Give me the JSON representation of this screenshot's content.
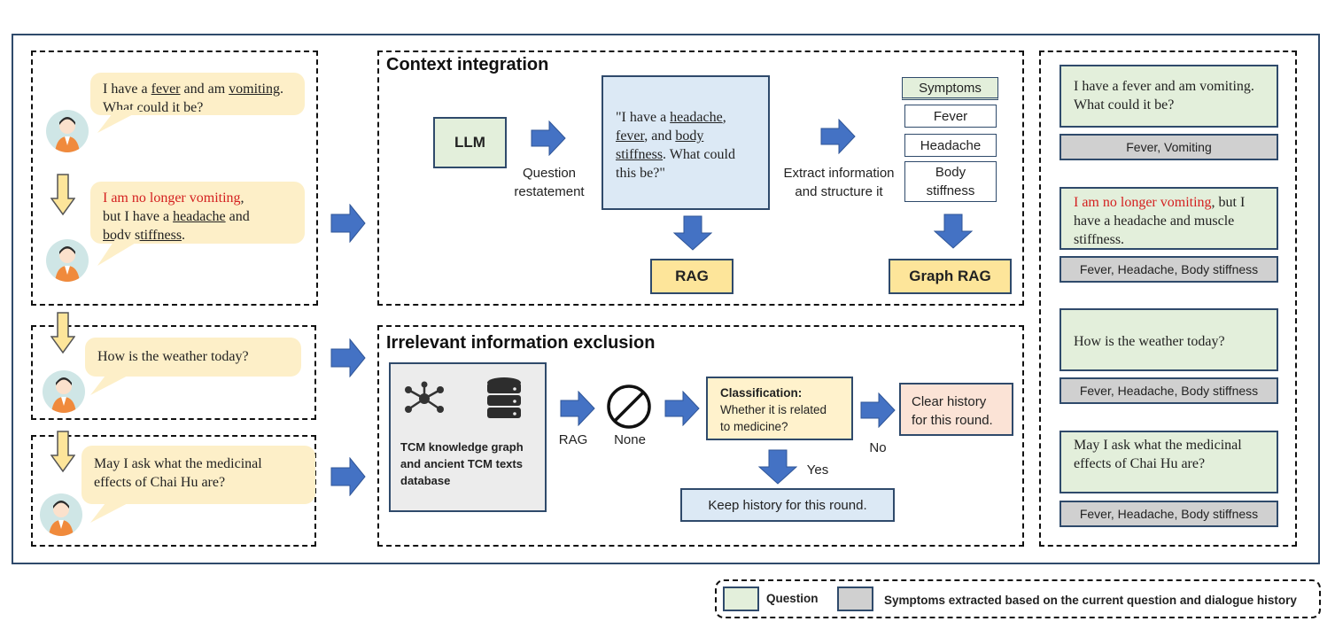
{
  "left_dialogue": {
    "q1_parts": [
      "I have a ",
      "fever",
      " and am ",
      "vomiting",
      ". What could it be?"
    ],
    "q2_red": "I am no longer vomiting",
    "q2_parts": [
      ",",
      "but I have a ",
      "headache",
      " and ",
      "body stiffness",
      "."
    ],
    "q3": "How is the weather today",
    "q3_mark": "?",
    "q4": "May I ask what the medicinal effects of Chai Hu are?"
  },
  "context": {
    "title": "Context integration",
    "llm": "LLM",
    "restatement_label": [
      "Question",
      "restatement"
    ],
    "restated_parts": [
      "\"I have a ",
      "headache",
      ",",
      "fever",
      ", and ",
      "body",
      "stiffness",
      ". What could",
      "this be?\""
    ],
    "extract_label": [
      "Extract information",
      "and structure it"
    ],
    "symptoms_header": "Symptoms",
    "symptoms": [
      "Fever",
      "Headache",
      "Body stiffness"
    ],
    "rag": "RAG",
    "graph_rag": "Graph RAG"
  },
  "exclusion": {
    "title": "Irrelevant information exclusion",
    "db_label": "TCM knowledge graph and ancient TCM texts database",
    "rag_label": "RAG",
    "none_label": "None",
    "classification_title": "Classification:",
    "classification_text": "Whether it is related to medicine",
    "classification_mark": "?",
    "yes_label": "Yes",
    "no_label": "No",
    "clear_history": "Clear history for this round.",
    "keep_history": "Keep history for this round."
  },
  "right_panel": {
    "q1": "I have a fever and am vomiting. What could it be?",
    "s1": "Fever, Vomiting",
    "q2_red": "I am no longer vomiting",
    "q2_rest": ", but I have a headache and muscle stiffness.",
    "s2": "Fever, Headache, Body stiffness",
    "q3": "How is the weather today",
    "q3_mark": "?",
    "s3": "Fever, Headache, Body stiffness",
    "q4": "May I ask what the medicinal effects of Chai Hu are?",
    "s4": "Fever, Headache, Body stiffness"
  },
  "legend": {
    "question": "Question",
    "symptoms": "Symptoms extracted based on the current question and dialogue history"
  },
  "colors": {
    "arrow": "#4472c4",
    "bubble": "#fdefc8",
    "question": "#e3efdb",
    "symptom": "#d0d0d0",
    "rag": "#fde59a",
    "clear": "#fbe3d6",
    "red_text": "#d42020"
  }
}
